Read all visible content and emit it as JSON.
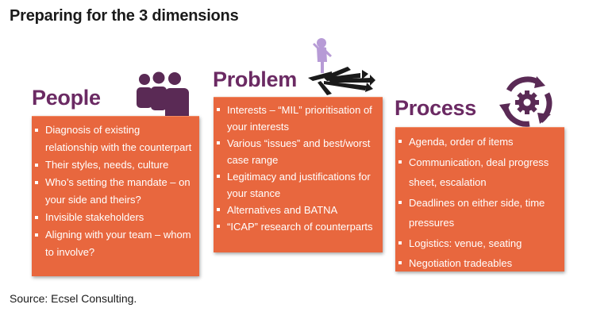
{
  "title": "Preparing for the 3 dimensions",
  "source": "Source: Ecsel Consulting.",
  "colors": {
    "box_fill": "#e8673e",
    "heading": "#6b2a63",
    "icon": "#5a2a55",
    "figure": "#b79bd6"
  },
  "columns": {
    "people": {
      "heading": "People",
      "icon": "people-group-icon",
      "items": [
        "Diagnosis of existing relationship with the counterpart",
        "Their styles, needs, culture",
        "Who’s setting the mandate – on your side and theirs?",
        "Invisible stakeholders",
        "Aligning with your team – whom to involve?"
      ]
    },
    "problem": {
      "heading": "Problem",
      "icon": "crossroads-figure-icon",
      "items": [
        "Interests – “MIL” prioritisation of your interests",
        "Various “issues” and best/worst case range",
        "Legitimacy and justifications for your stance",
        "Alternatives and BATNA",
        "“ICAP” research of counterparts"
      ]
    },
    "process": {
      "heading": "Process",
      "icon": "gear-cycle-icon",
      "items": [
        "Agenda, order of items",
        "Communication, deal progress sheet, escalation",
        "Deadlines on either side, time pressures",
        "Logistics: venue, seating",
        "Negotiation tradeables"
      ]
    }
  }
}
